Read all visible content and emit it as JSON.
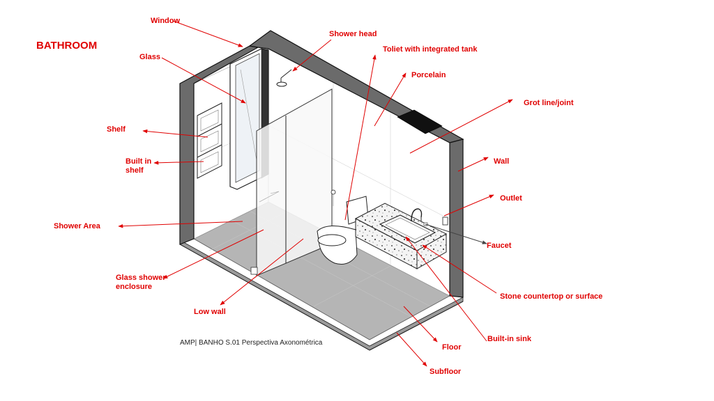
{
  "title": "BATHROOM",
  "caption": "AMP| BANHO S.01 Perspectiva Axonométrica",
  "labels": {
    "window": "Window",
    "glass": "Glass",
    "shelf": "Shelf",
    "built_in_shelf_1": "Built in",
    "built_in_shelf_2": "shelf",
    "shower_area": "Shower Area",
    "glass_enclosure_1": "Glass shower",
    "glass_enclosure_2": "enclosure",
    "low_wall": "Low wall",
    "shower_head": "Shower head",
    "toilet": "Toliet with integrated tank",
    "porcelain": "Porcelain",
    "grout": "Grot line/joint",
    "wall": "Wall",
    "outlet": "Outlet",
    "faucet": "Faucet",
    "stone_countertop": "Stone countertop or surface",
    "built_in_sink": "Built-in sink",
    "floor": "Floor",
    "subfloor": "Subfloor"
  },
  "colors": {
    "label": "#e00000",
    "wall_section": "#6b6b6b",
    "floor": "#b5b5b5",
    "window_dark": "#111111"
  }
}
